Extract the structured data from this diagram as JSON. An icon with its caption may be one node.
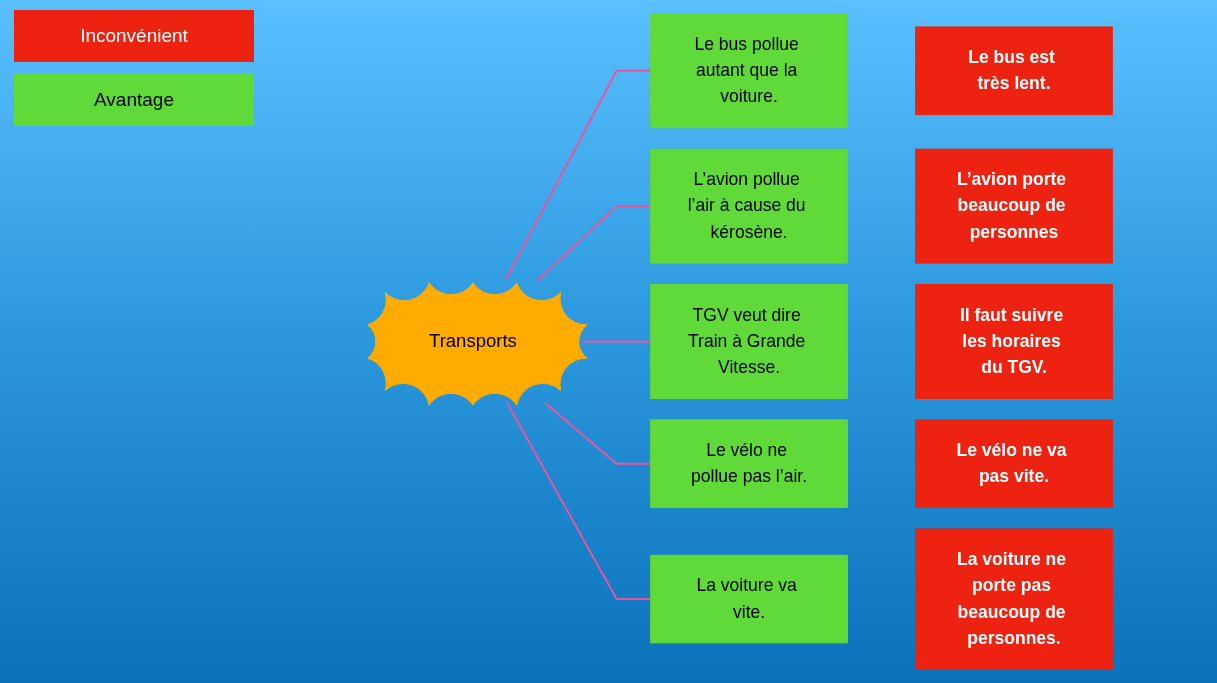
{
  "diagram": {
    "nodes": [
      {
        "text": [
          "Transports"
        ]
      },
      {
        "text": [
          "Le bus pollue autant que la voiture."
        ]
      },
      {
        "text": [
          "Le bus est très lent."
        ]
      },
      {
        "text": [
          "L’avion pollue l’air à cause du kérosène."
        ]
      },
      {
        "text": [
          "L’avion porte beaucoup de personnes"
        ]
      },
      {
        "text": [
          "Il faut suivre les horaires du TGV."
        ]
      },
      {
        "text": [
          "TGV veut dire Train à Grande Vitesse."
        ]
      },
      {
        "text": [
          "Le vélo ne pollue pas l’air."
        ]
      },
      {
        "text": [
          "Le vélo ne va pas vite."
        ]
      },
      {
        "text": [
          "La voiture ne porte pas beaucoup de personnes."
        ]
      },
      {
        "text": [
          "La voiture va vite."
        ]
      }
    ],
    "edges": [
      {
        "from": 0,
        "to": 1,
        "arrow": "none"
      },
      {
        "from": 0,
        "to": 3,
        "arrow": "none"
      },
      {
        "from": 0,
        "to": 6,
        "arrow": "none"
      },
      {
        "from": 0,
        "to": 7,
        "arrow": "none"
      },
      {
        "from": 0,
        "to": 10,
        "arrow": "none"
      }
    ],
    "legend": [
      {
        "text": "Inconvénient",
        "color": "#ee2210"
      },
      {
        "text": "Avantage",
        "color": "#5fda38"
      }
    ]
  }
}
